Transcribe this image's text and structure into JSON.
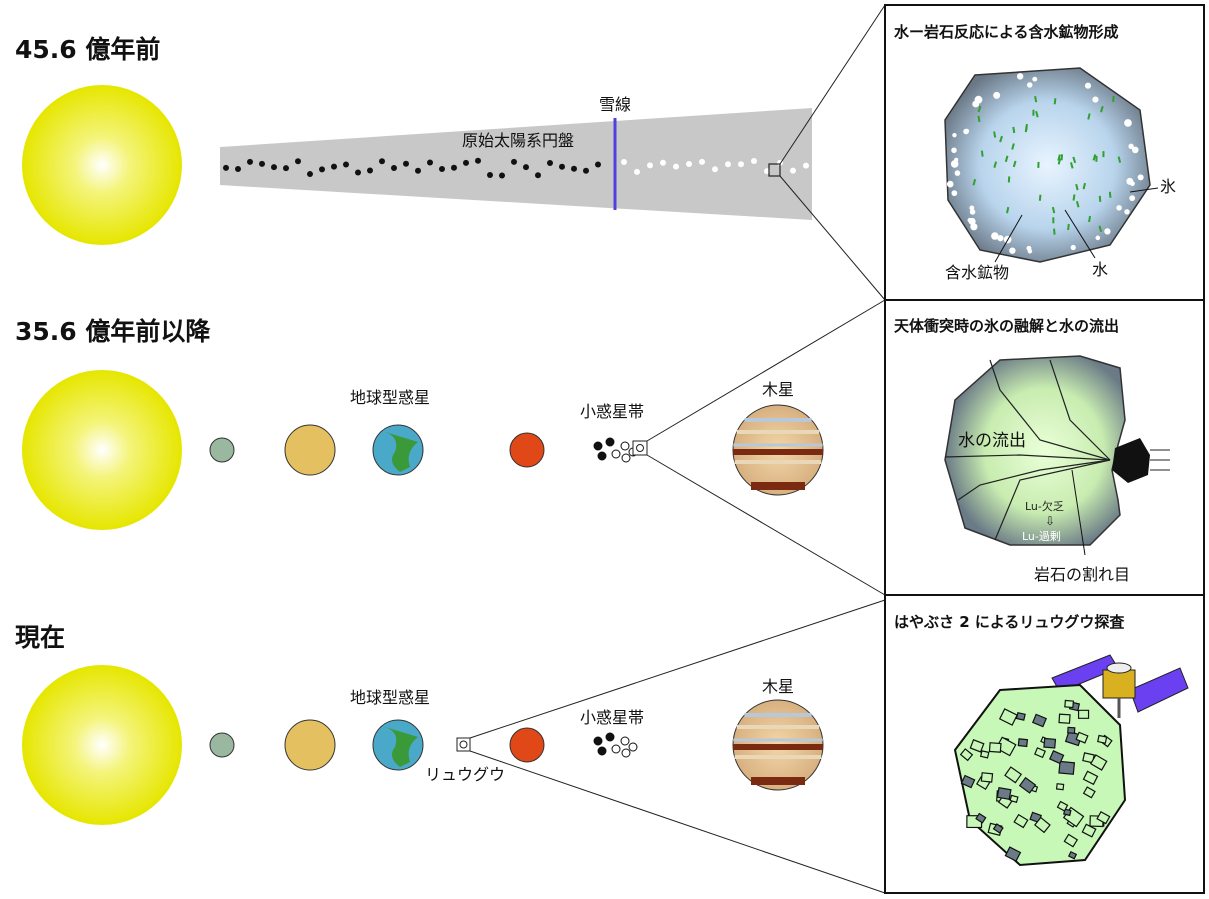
{
  "eras": [
    "45.6 億年前",
    "35.6 億年前以降",
    "現在"
  ],
  "labels": {
    "snow_line": "雪線",
    "disk": "原始太陽系円盤",
    "terrestrial": "地球型惑星",
    "asteroid_belt": "小惑星帯",
    "jupiter": "木星",
    "ryugu": "リュウグウ"
  },
  "panels": [
    {
      "title": "水ー岩石反応による含水鉱物形成",
      "labels": [
        "氷",
        "含水鉱物",
        "水"
      ]
    },
    {
      "title": "天体衝突時の氷の融解と水の流出",
      "labels": [
        "水の流出",
        "Lu-欠乏",
        "Lu-過剰",
        "岩石の割れ目"
      ]
    },
    {
      "title": "はやぶさ 2 によるリュウグウ探査"
    }
  ],
  "colors": {
    "sun": "#e8e800",
    "snow_line": "#5040e0",
    "disk": "#c8c8c8",
    "panel_rock": "#7a8a96",
    "hydrated": "#d8f0c8",
    "ryugu": "#c8f8b8",
    "solar_panel": "#6a40f0"
  }
}
